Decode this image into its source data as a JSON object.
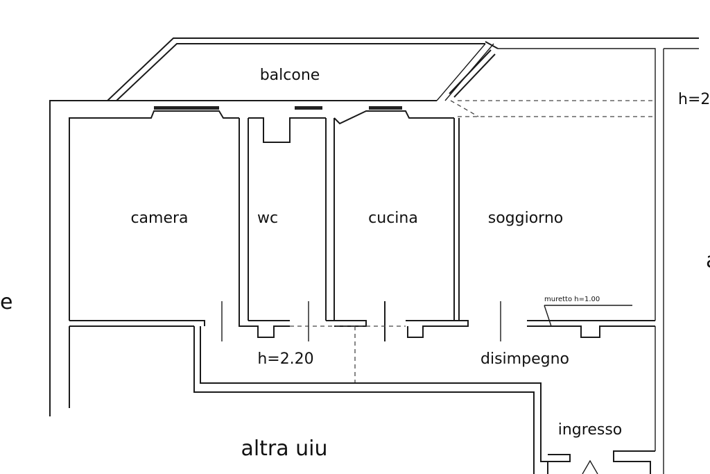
{
  "labels": {
    "balcone": "balcone",
    "camera": "camera",
    "wc": "wc",
    "cucina": "cucina",
    "soggiorno": "soggiorno",
    "height_corridor": "h=2.20",
    "disimpegno": "disimpegno",
    "muretto": "muretto h=1.00",
    "ingresso": "ingresso",
    "altra_uiu": "altra uiu",
    "height_right": "h=2",
    "edge_left": "e",
    "edge_right": "a"
  }
}
